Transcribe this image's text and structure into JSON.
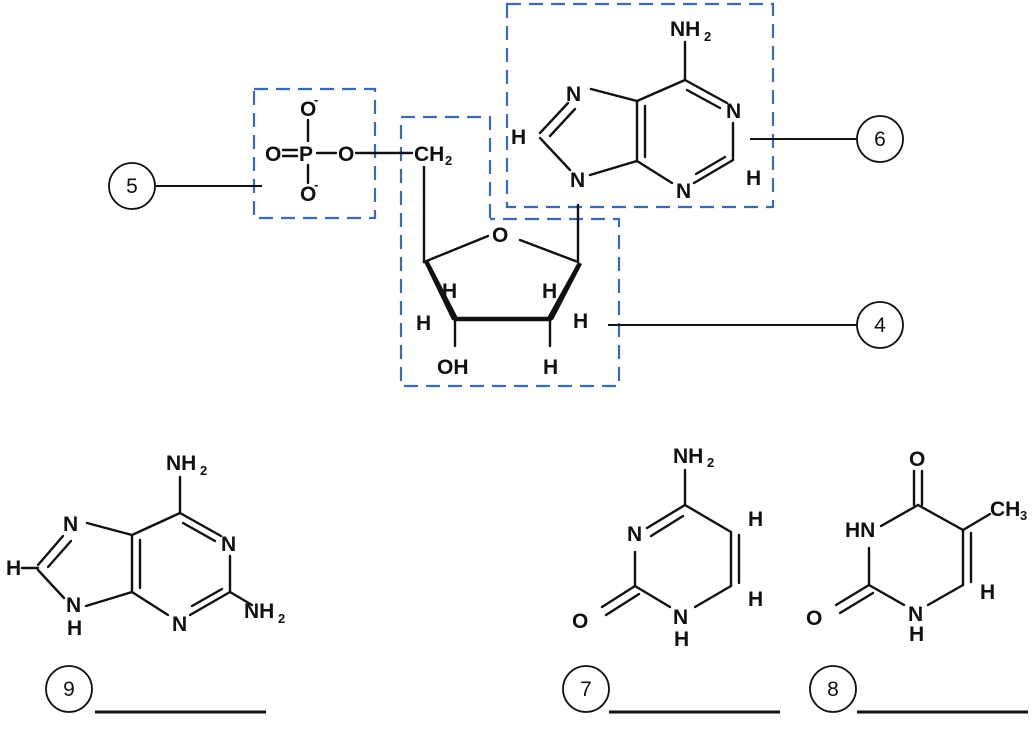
{
  "colors": {
    "dashed_box": "#3a6cb5",
    "ink": "#111111",
    "background": "#ffffff"
  },
  "labels": {
    "n4": "4",
    "n5": "5",
    "n6": "6",
    "n7": "7",
    "n8": "8",
    "n9": "9"
  },
  "atoms": {
    "N": "N",
    "H": "H",
    "O": "O",
    "P": "P",
    "OH": "OH",
    "NH": "NH",
    "HN": "HN",
    "CH": "CH",
    "two": "2",
    "three": "3",
    "minus": "-",
    "O_eq_P": "O=P",
    "dash_O": "–O"
  },
  "answers": {
    "a7": "",
    "a8": "",
    "a9": ""
  }
}
